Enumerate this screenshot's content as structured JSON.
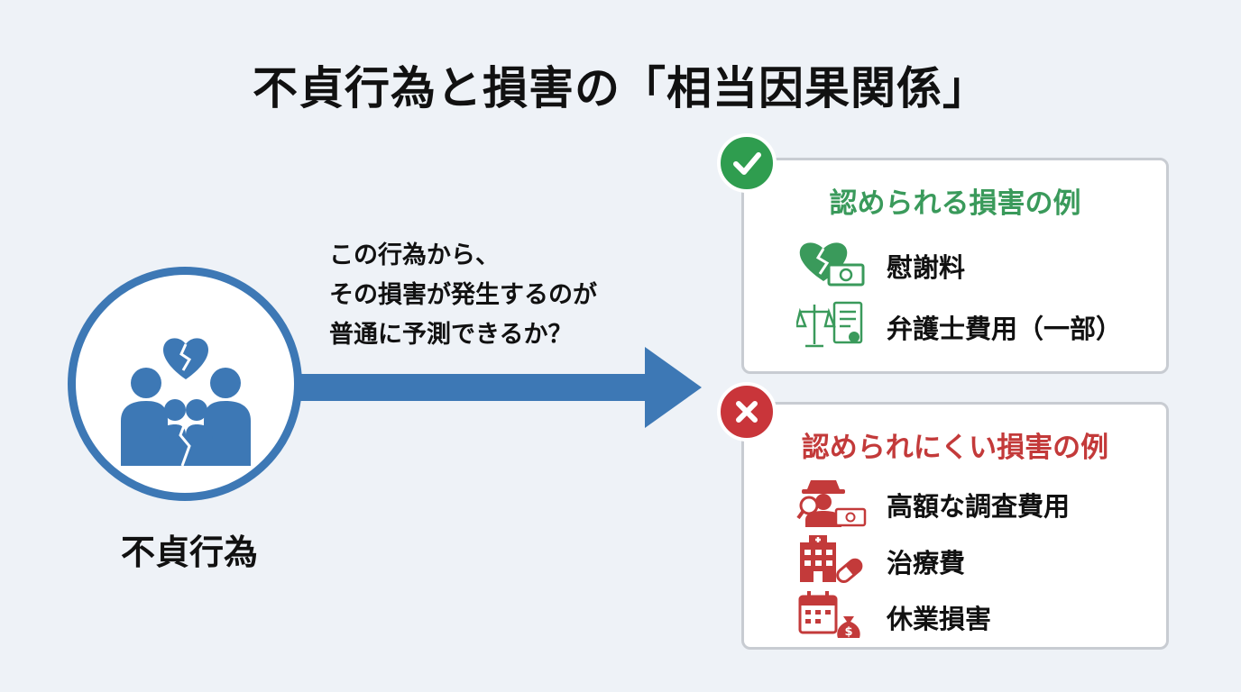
{
  "title": "不貞行為と損害の「相当因果関係」",
  "actor": {
    "label": "不貞行為"
  },
  "question": {
    "lines": [
      "この行為から、",
      "その損害が発生するのが",
      "普通に予測できるか？"
    ]
  },
  "colors": {
    "blue": "#3d78b5",
    "green": "#3a9a5b",
    "red": "#c33a3a"
  },
  "recognized": {
    "title": "認められる損害の例",
    "badge_icon": "check-icon",
    "items": [
      {
        "label": "慰謝料",
        "icon": "broken-heart-money-icon"
      },
      {
        "label": "弁護士費用（一部）",
        "icon": "scales-document-icon"
      }
    ]
  },
  "unlikely": {
    "title": "認められにくい損害の例",
    "badge_icon": "cross-icon",
    "items": [
      {
        "label": "高額な調査費用",
        "icon": "detective-money-icon"
      },
      {
        "label": "治療費",
        "icon": "hospital-pill-icon"
      },
      {
        "label": "休業損害",
        "icon": "calendar-moneybag-icon"
      }
    ]
  }
}
